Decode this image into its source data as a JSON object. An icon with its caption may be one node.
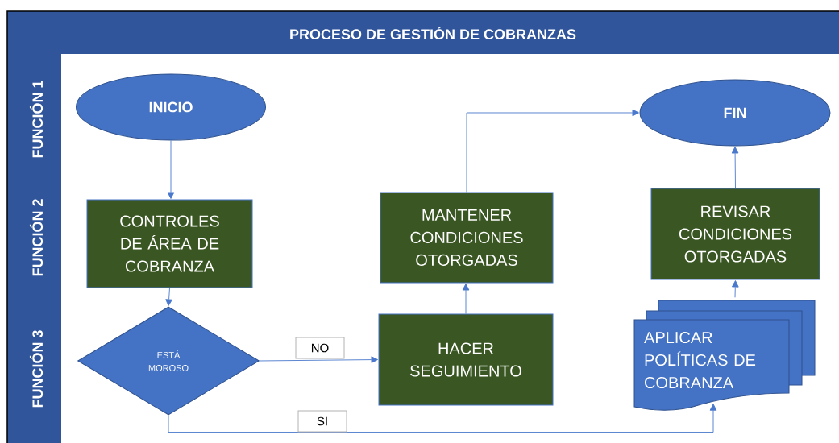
{
  "diagram": {
    "title": "PROCESO DE GESTIÓN DE COBRANZAS",
    "nodes": [
      {
        "text": [
          "INICIO"
        ]
      },
      {
        "text": [
          "CONTROLES DE ÁREA DE COBRANZA"
        ]
      },
      {
        "text": [
          "ESTÁ MOROSO"
        ]
      },
      {
        "text": [
          "HACER SEGUIMIENTO"
        ]
      },
      {
        "text": [
          "MANTENER CONDICIONES OTORGADAS"
        ]
      },
      {
        "text": [
          "FIN"
        ]
      },
      {
        "text": [
          "REVISAR CONDICIONES OTORGADAS"
        ]
      },
      {
        "text": [
          "APLICAR POLÍTICAS DE COBRANZA"
        ]
      }
    ],
    "edges": [
      {
        "from": 0,
        "to": 1,
        "arrow": "to"
      },
      {
        "from": 1,
        "to": 2,
        "arrow": "to"
      },
      {
        "from": 2,
        "to": 3,
        "arrow": "to",
        "label": "NO"
      },
      {
        "from": 2,
        "to": 7,
        "arrow": "to",
        "label": "SI"
      },
      {
        "from": 3,
        "to": 4,
        "arrow": "to"
      },
      {
        "from": 4,
        "to": 5,
        "arrow": "to"
      },
      {
        "from": 7,
        "to": 6,
        "arrow": "to"
      },
      {
        "from": 6,
        "to": 5,
        "arrow": "to"
      }
    ],
    "labels": [
      "FUNCIÓN 1",
      "FUNCIÓN 2",
      "FUNCIÓN 3"
    ]
  }
}
